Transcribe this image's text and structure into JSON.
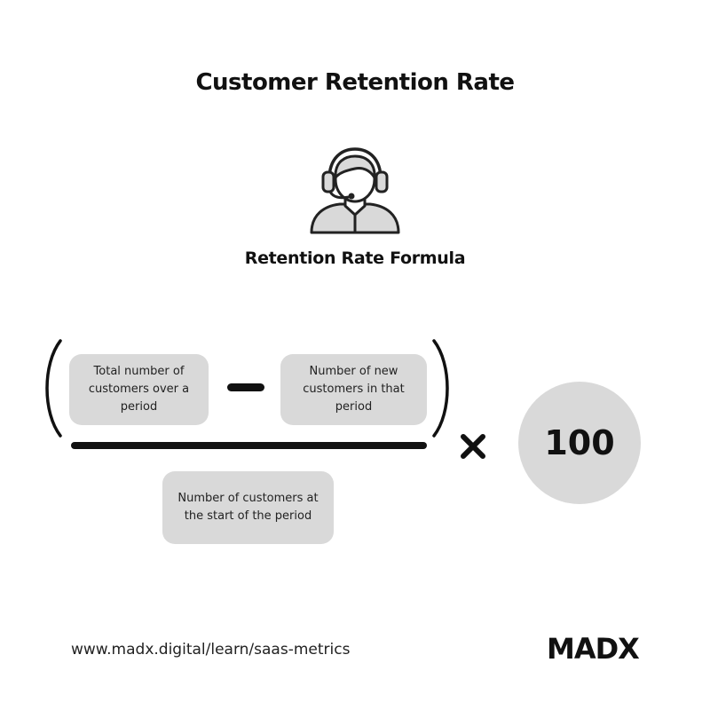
{
  "title": "Customer Retention Rate",
  "subtitle": "Retention Rate Formula",
  "icon": "customer-support-headset-icon",
  "formula": {
    "numerator_left": "Total number of customers over a period",
    "numerator_right": "Number of new customers in that period",
    "denominator": "Number of customers at the start of the period",
    "multiplier": "100"
  },
  "footer": {
    "url": "www.madx.digital/learn/saas-metrics",
    "logo": "MADX"
  },
  "colors": {
    "box_fill": "#d9d9d9",
    "text": "#111111",
    "background": "#ffffff"
  }
}
